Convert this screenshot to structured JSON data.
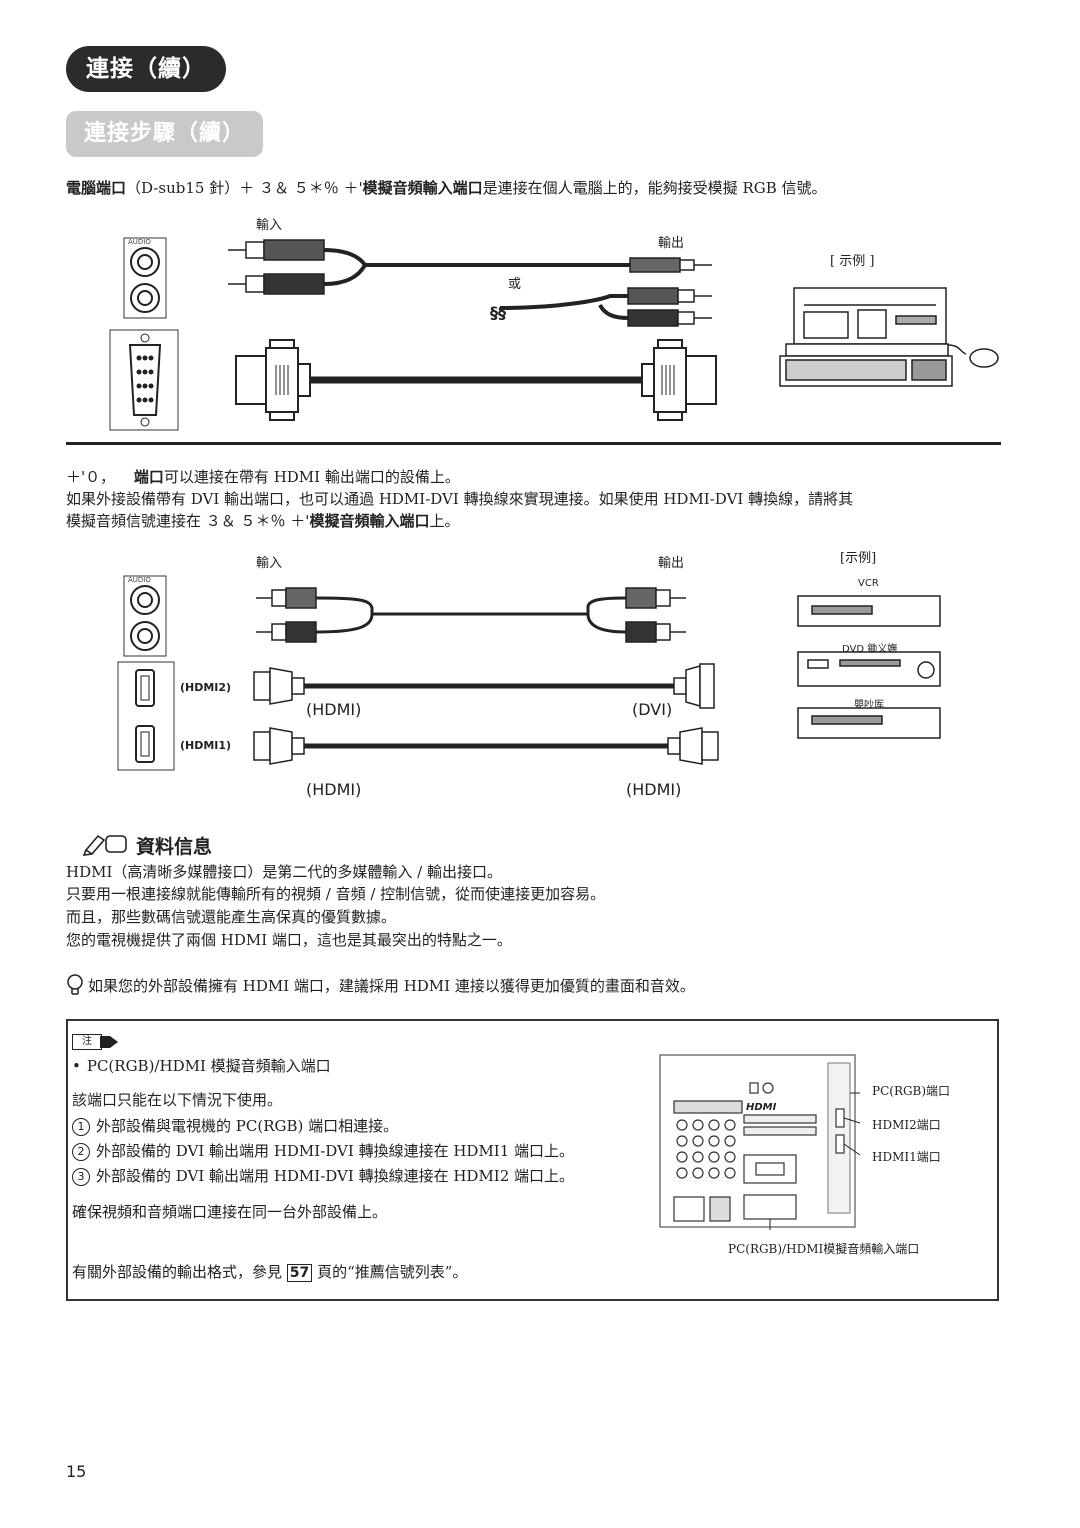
{
  "header": {
    "section_pill": "連接（續）",
    "sub_pill": "連接步驟（續）"
  },
  "pc_section": {
    "intro_bold1": "電腦端口",
    "intro_mid": "（D-sub15 針）",
    "intro_garbled": "＋ ３＆ ５＊％  ＋'",
    "intro_bold2": "模擬音頻輸入端口",
    "intro_rest": "是連接在個人電腦上的，能夠接受模擬 RGB 信號。",
    "input_label": "輸入",
    "output_label": "輸出",
    "or_label": "或",
    "example_label": "[ 示例 ]"
  },
  "hdmi_section": {
    "line1_garbled": "＋'０，",
    "line1_bold": "端口",
    "line1_rest": "可以連接在帶有 HDMI 輸出端口的設備上。",
    "line2": "如果外接設備帶有 DVI 輸出端口，也可以通過 HDMI-DVI 轉換線來實現連接。如果使用 HDMI-DVI 轉換線，請將其",
    "line3_start": "模擬音頻信號連接在 ３＆ ５＊％  ＋'",
    "line3_bold": "模擬音頻輸入端口",
    "line3_end": "上。",
    "input_label": "輸入",
    "output_label": "輸出",
    "example_label": "[示例]",
    "port_hdmi2": "(HDMI2)",
    "port_hdmi1": "(HDMI1)",
    "cable1_left": "(HDMI)",
    "cable1_right": "(DVI)",
    "cable2_left": "(HDMI)",
    "cable2_right": "(HDMI)",
    "device_vcr": "VCR",
    "device_dvd": "DVD 鋤义嫵",
    "device_other": "嬰吵厍",
    "audio_label": "AUDIO"
  },
  "info": {
    "title": "資料信息",
    "lines": [
      "HDMI（高清晰多媒體接口）是第二代的多媒體輸入 / 輸出接口。",
      "只要用一根連接線就能傳輸所有的視頻 / 音頻 / 控制信號，從而使連接更加容易。",
      "而且，那些數碼信號還能產生高保真的優質數據。",
      "您的電視機提供了兩個 HDMI 端口，這也是其最突出的特點之一。"
    ],
    "tip": "如果您的外部設備擁有 HDMI 端口，建議採用 HDMI 連接以獲得更加優質的畫面和音效。"
  },
  "note": {
    "tag": "注",
    "bullet": "PC(RGB)/HDMI 模擬音頻輸入端口",
    "usage": "該端口只能在以下情況下使用。",
    "items": [
      {
        "num": "1",
        "text": "外部設備與電視機的 PC(RGB) 端口相連接。"
      },
      {
        "num": "2",
        "text": "外部設備的 DVI 輸出端用 HDMI-DVI 轉換線連接在 HDMI1 端口上。"
      },
      {
        "num": "3",
        "text": "外部設備的 DVI 輸出端用 HDMI-DVI 轉換線連接在 HDMI2 端口上。"
      }
    ],
    "ensure": "確保視頻和音頻端口連接在同一台外部設備上。",
    "ref_start": "有關外部設備的輸出格式，參見",
    "ref_page": "57",
    "ref_end": "頁的“推薦信號列表”。",
    "callout_pc": "PC(RGB)端口",
    "callout_hdmi2": "HDMI2端口",
    "callout_hdmi1": "HDMI1端口",
    "callout_bottom": "PC(RGB)/HDMI模擬音頻輸入端口",
    "panel_logo": "HDMI"
  },
  "footer": {
    "page_number": "15"
  }
}
